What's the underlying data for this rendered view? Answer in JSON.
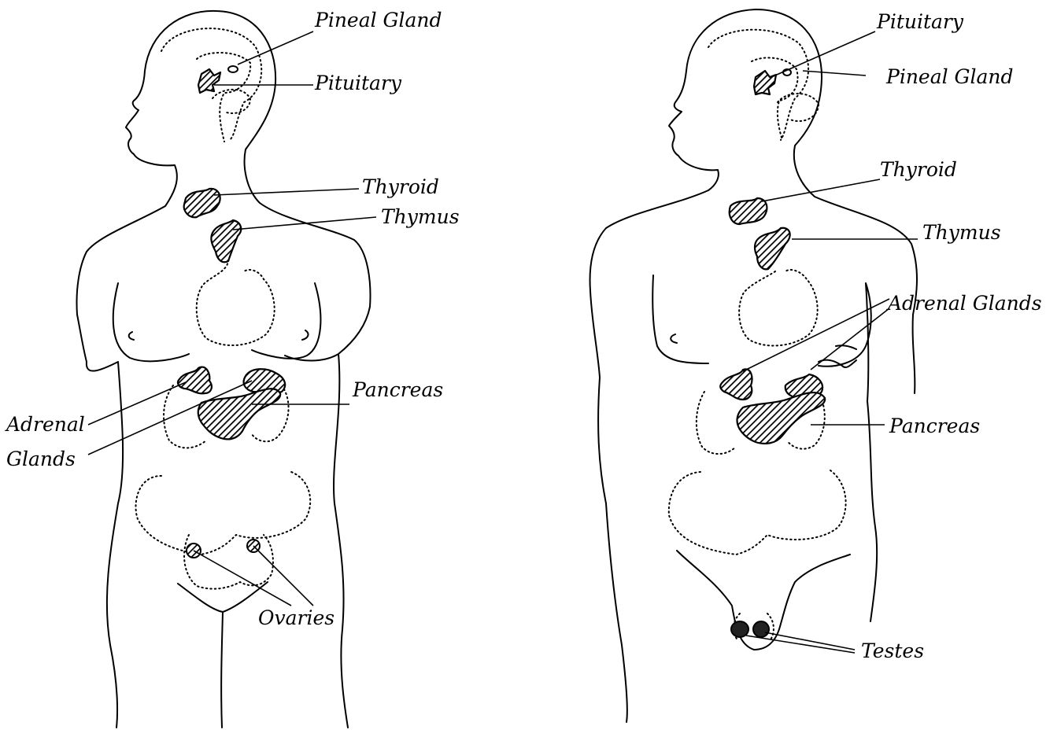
{
  "female": {
    "pineal": "Pineal Gland",
    "pituitary": "Pituitary",
    "thyroid": "Thyroid",
    "thymus": "Thymus",
    "pancreas": "Pancreas",
    "adrenal_line1": "Adrenal",
    "adrenal_line2": "Glands",
    "ovaries": "Ovaries"
  },
  "male": {
    "pituitary": "Pituitary",
    "pineal": "Pineal Gland",
    "thyroid": "Thyroid",
    "thymus": "Thymus",
    "adrenal": "Adrenal Glands",
    "pancreas": "Pancreas",
    "testes": "Testes"
  }
}
